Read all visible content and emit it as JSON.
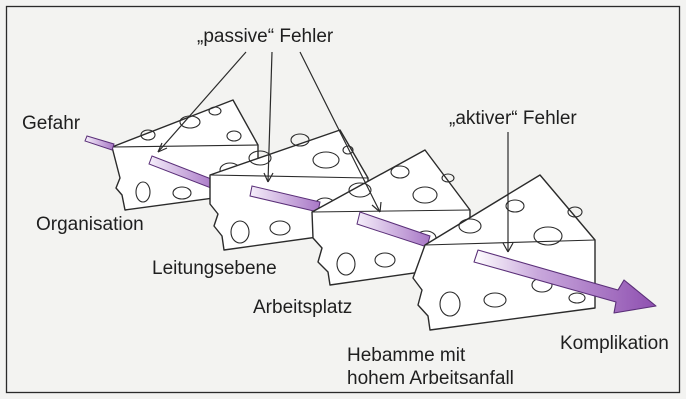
{
  "labels": {
    "danger": "Gefahr",
    "passive_errors": "„passive“ Fehler",
    "active_error": "„aktiver“ Fehler",
    "organisation": "Organisation",
    "management": "Leitungsebene",
    "workplace": "Arbeitsplatz",
    "midwife_line1": "Hebamme mit",
    "midwife_line2": "hohem Arbeitsanfall",
    "complication": "Komplikation"
  },
  "colors": {
    "frame": "#2a2a2a",
    "cheese_fill": "#ffffff",
    "cheese_stroke": "#2b2b2b",
    "arrow_light": "#e9dcef",
    "arrow_dark": "#8e4fb0",
    "arrow_edge": "#5a2f78",
    "text": "#1f1f1f"
  },
  "icons": [
    "cheese-slice",
    "hazard-arrow",
    "pointer-line"
  ]
}
